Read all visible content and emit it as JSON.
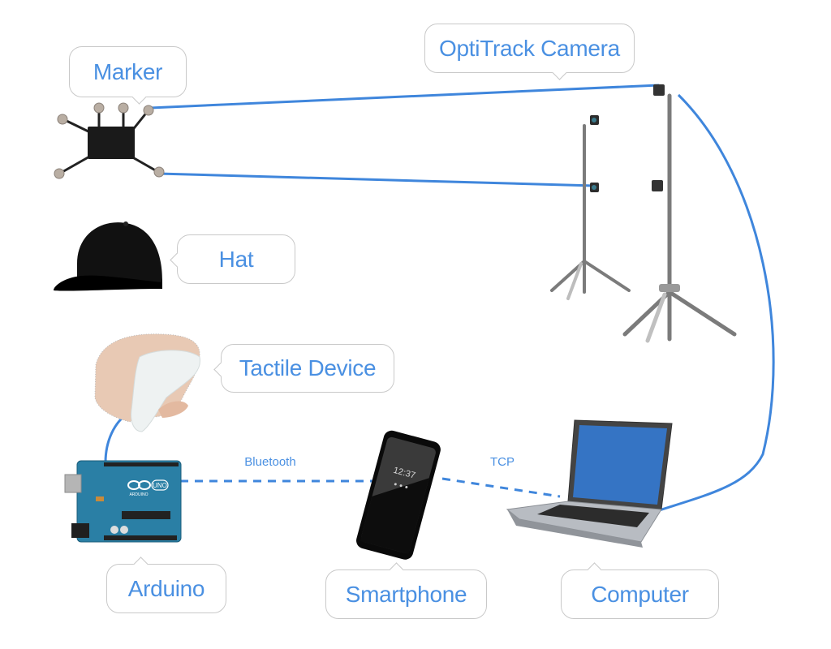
{
  "diagram": {
    "accent_color": "#4a90e2",
    "line_color": "#3f86dc",
    "nodes": {
      "marker": {
        "label": "Marker",
        "icon": "motion-capture-marker-icon"
      },
      "camera": {
        "label": "OptiTrack Camera",
        "icon": "camera-tripod-icon"
      },
      "hat": {
        "label": "Hat",
        "icon": "baseball-cap-icon"
      },
      "tactile": {
        "label": "Tactile Device",
        "icon": "handheld-tactile-device-icon"
      },
      "arduino": {
        "label": "Arduino",
        "icon": "arduino-board-icon",
        "board_text": "UNO",
        "brand_text": "ARDUINO"
      },
      "smartphone": {
        "label": "Smartphone",
        "icon": "smartphone-icon",
        "screen_time": "12:37"
      },
      "computer": {
        "label": "Computer",
        "icon": "laptop-icon"
      }
    },
    "connections": {
      "bluetooth": {
        "label": "Bluetooth",
        "from": "Arduino",
        "to": "Smartphone",
        "style": "dashed"
      },
      "tcp": {
        "label": "TCP",
        "from": "Smartphone",
        "to": "Computer",
        "style": "dashed"
      },
      "marker_to_camera_top": {
        "from": "Marker",
        "to": "OptiTrack Camera",
        "style": "solid"
      },
      "marker_to_camera_mid": {
        "from": "Marker",
        "to": "OptiTrack Camera",
        "style": "solid"
      },
      "camera_to_computer": {
        "from": "OptiTrack Camera",
        "to": "Computer",
        "style": "solid"
      },
      "tactile_to_arduino": {
        "from": "Tactile Device",
        "to": "Arduino",
        "style": "solid"
      }
    }
  }
}
